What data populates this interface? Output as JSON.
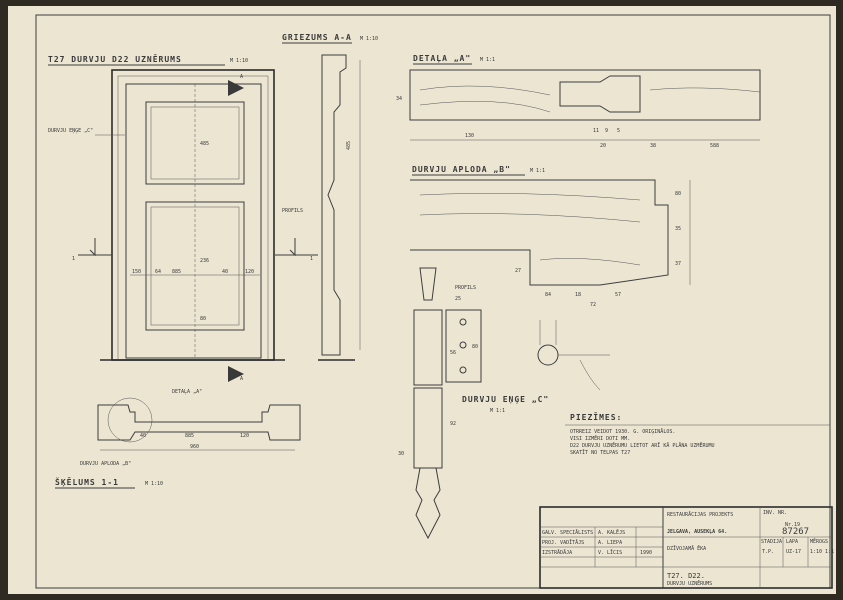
{
  "titles": {
    "section_aa": "GRIEZUMS A-A",
    "section_aa_scale": "M 1:10",
    "elevation": "T27 DURVJU D22 UZNĒRUMS",
    "elevation_scale": "M 1:10",
    "detail_a": "DETAĻA „A\"",
    "detail_a_scale": "M 1:1",
    "casing_b": "DURVJU APLODA „B\"",
    "casing_b_scale": "M 1:1",
    "hinge_c": "DURVJU EŅĢE „C\"",
    "hinge_c_scale": "M 1:1",
    "section_11": "ŠĶĒLUMS 1-1",
    "section_11_scale": "M 1:10",
    "hinge_label": "DURVJU EŅĢE „C\"",
    "profile_label": "PROFILS",
    "detail_a_label": "DETAĻA „A\"",
    "casing_label": "DURVJU APLODA „B\"",
    "marker_1": "1",
    "marker_a": "A"
  },
  "dimensions": {
    "detail_a": [
      "130",
      "20",
      "38",
      "588",
      "11",
      "9",
      "5",
      "34"
    ],
    "casing_b": [
      "80",
      "35",
      "37",
      "84",
      "18",
      "57",
      "27",
      "72"
    ],
    "hinge": [
      "25",
      "56",
      "80",
      "92",
      "30"
    ],
    "section_11": [
      "960",
      "885",
      "40",
      "120"
    ],
    "elevation": [
      "150",
      "64",
      "885",
      "40",
      "120",
      "485",
      "236",
      "80"
    ]
  },
  "notes": {
    "heading": "PIEZĪMES:",
    "lines": [
      "OTRREIZ VEIDOT 1930. G. ORIĢINĀLOS.",
      "VISI IZMĒRI DOTI MM.",
      "D22 DURVJU UZNĒRUMU LIETOT ARĪ KĀ PLĀNA UZMĒRUMU",
      "SKATĪT NO TELPAS T27"
    ]
  },
  "title_block": {
    "org": "RESTAURĀCIJAS PROJEKTS",
    "project": "JELGAVA, AUSEKĻA 64.",
    "number": "87267",
    "sheet_label": "LAPA",
    "sheet": "UZ-17",
    "stage_label": "STADIJA",
    "stage": "T.P.",
    "scale_label": "MĒROGS",
    "scale": "1:10 1:1",
    "drawing_code": "T27. D22.",
    "drawing_name": "DURVJU UZNĒRUMS",
    "building": "DZĪVOJAMĀ ĒKA",
    "inv_label": "INV. NR.",
    "inv": "Nr.19",
    "rows": [
      {
        "role": "GALV. SPECIĀLISTS",
        "name": "A. KALĒJS"
      },
      {
        "role": "PROJ. VADĪTĀJS",
        "name": "A. LIEPA"
      },
      {
        "role": "IZSTRĀDĀJA",
        "name": "V. LĪCIS",
        "date": "1990"
      }
    ]
  },
  "colors": {
    "paper": "#ebe5d2",
    "ink": "#3a3a3a",
    "border": "#2f2b22"
  }
}
